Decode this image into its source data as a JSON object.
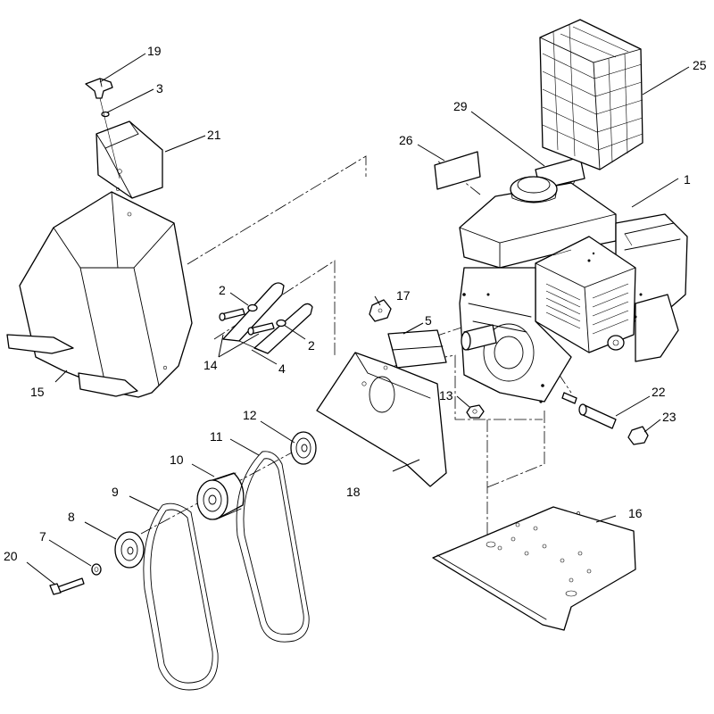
{
  "diagram": {
    "callouts": [
      {
        "id": "c1",
        "text": "1"
      },
      {
        "id": "c2a",
        "text": "2"
      },
      {
        "id": "c2b",
        "text": "2"
      },
      {
        "id": "c3",
        "text": "3"
      },
      {
        "id": "c4",
        "text": "4"
      },
      {
        "id": "c5",
        "text": "5"
      },
      {
        "id": "c7",
        "text": "7"
      },
      {
        "id": "c8",
        "text": "8"
      },
      {
        "id": "c9",
        "text": "9"
      },
      {
        "id": "c10",
        "text": "10"
      },
      {
        "id": "c11",
        "text": "11"
      },
      {
        "id": "c12",
        "text": "12"
      },
      {
        "id": "c13",
        "text": "13"
      },
      {
        "id": "c14",
        "text": "14"
      },
      {
        "id": "c15",
        "text": "15"
      },
      {
        "id": "c16",
        "text": "16"
      },
      {
        "id": "c17",
        "text": "17"
      },
      {
        "id": "c18",
        "text": "18"
      },
      {
        "id": "c19",
        "text": "19"
      },
      {
        "id": "c20",
        "text": "20"
      },
      {
        "id": "c21",
        "text": "21"
      },
      {
        "id": "c22",
        "text": "22"
      },
      {
        "id": "c23",
        "text": "23"
      },
      {
        "id": "c25",
        "text": "25"
      },
      {
        "id": "c26",
        "text": "26"
      },
      {
        "id": "c29",
        "text": "29"
      }
    ]
  }
}
